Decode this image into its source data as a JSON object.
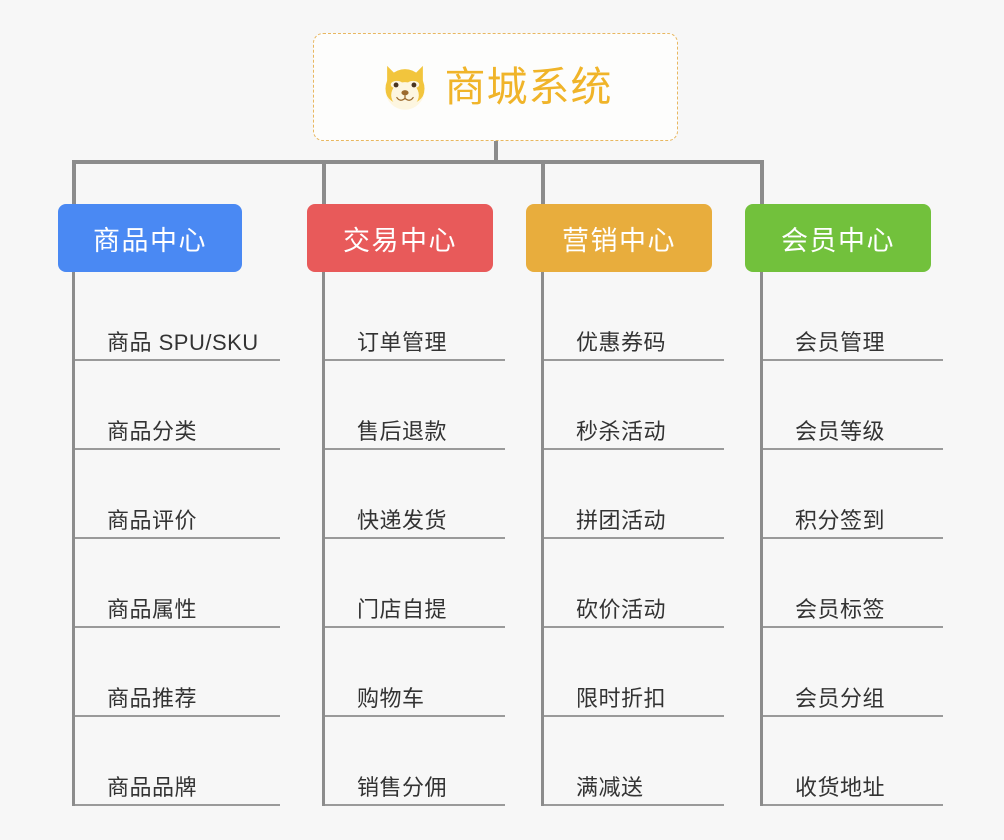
{
  "diagram": {
    "type": "mind-map",
    "background_color": "#f7f7f7",
    "root": {
      "title": "商城系统",
      "icon": "dog-face-icon",
      "icon_glyph": "🐶",
      "text_color": "#f0b429",
      "border_color": "#e8b760",
      "background_color": "#fdfdfc"
    },
    "connector_color": "#8c8c8c",
    "branches": [
      {
        "id": "product-center",
        "label": "商品中心",
        "color": "#4a89f3",
        "items": [
          "商品 SPU/SKU",
          "商品分类",
          "商品评价",
          "商品属性",
          "商品推荐",
          "商品品牌"
        ]
      },
      {
        "id": "trade-center",
        "label": "交易中心",
        "color": "#e85a5a",
        "items": [
          "订单管理",
          "售后退款",
          "快递发货",
          "门店自提",
          "购物车",
          "销售分佣"
        ]
      },
      {
        "id": "marketing-center",
        "label": "营销中心",
        "color": "#e8ad3d",
        "items": [
          "优惠券码",
          "秒杀活动",
          "拼团活动",
          "砍价活动",
          "限时折扣",
          "满减送"
        ]
      },
      {
        "id": "member-center",
        "label": "会员中心",
        "color": "#72c13c",
        "items": [
          "会员管理",
          "会员等级",
          "积分签到",
          "会员标签",
          "会员分组",
          "收货地址"
        ]
      }
    ]
  }
}
